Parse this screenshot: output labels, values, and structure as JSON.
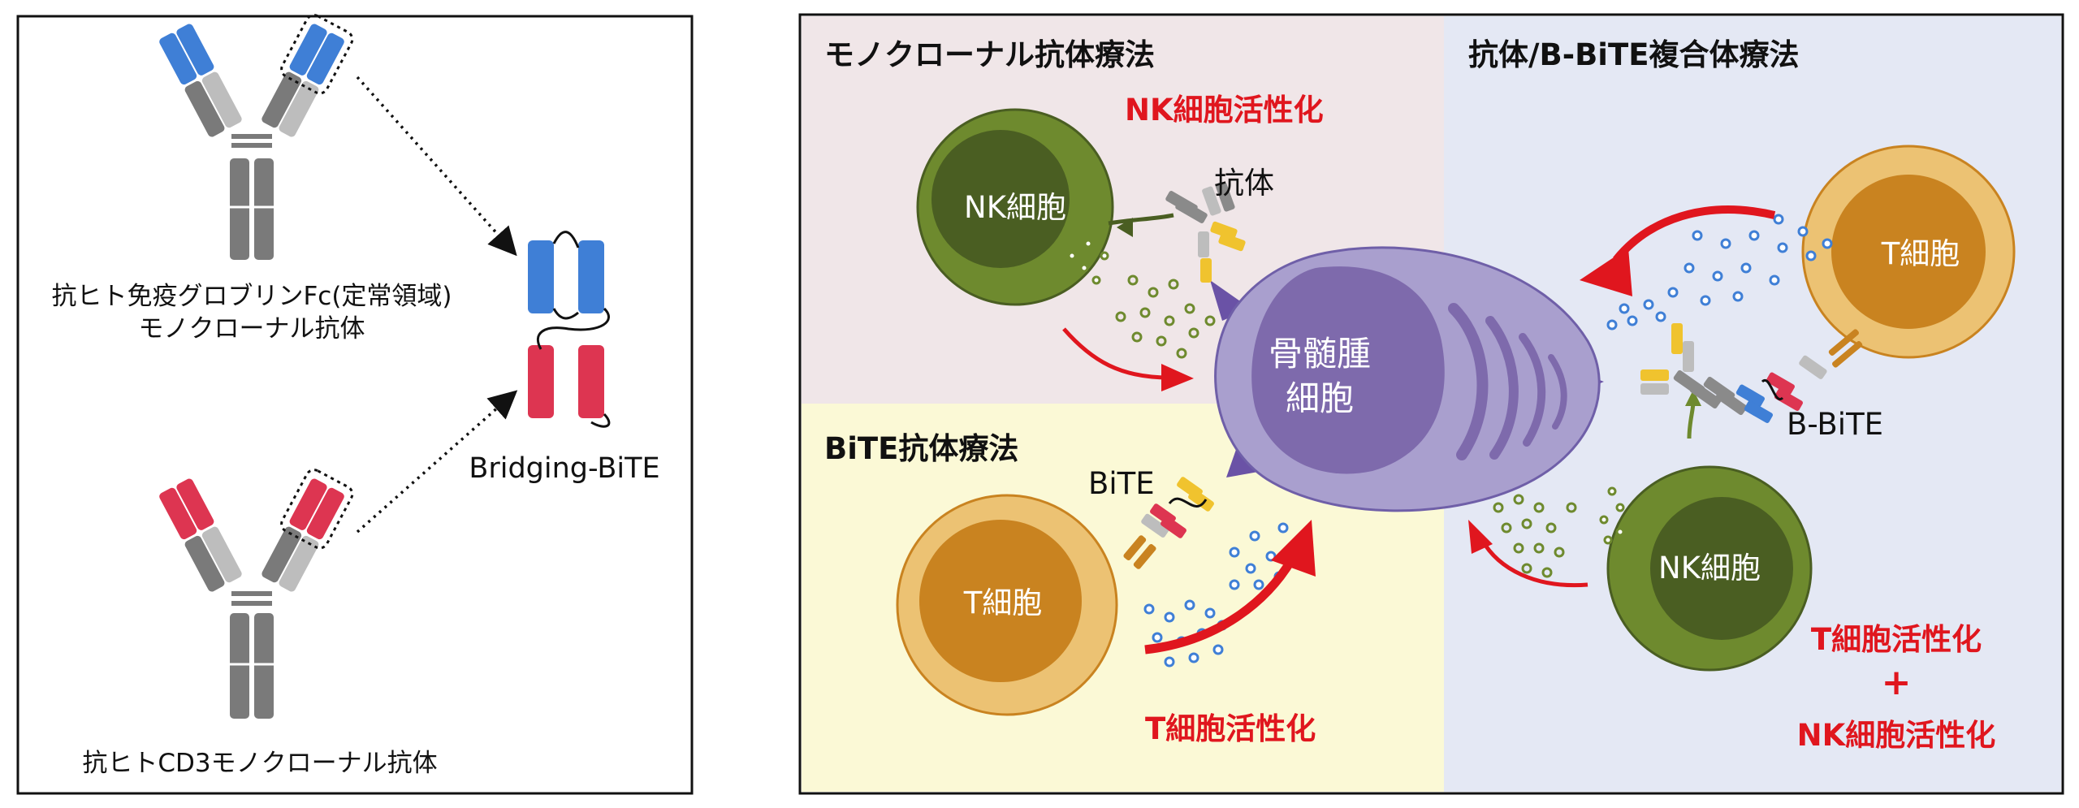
{
  "left_panel": {
    "anti_fc_label_line1": "抗ヒト免疫グロブリンFc(定常領域)",
    "anti_fc_label_line2": "モノクローナル抗体",
    "anti_cd3_label": "抗ヒトCD3モノクローナル抗体",
    "bridging_bite_label": "Bridging-BiTE"
  },
  "right_panel": {
    "quadrants": {
      "monoclonal_title": "モノクローナル抗体療法",
      "complex_title": "抗体/B-BiTE複合体療法",
      "bite_title": "BiTE抗体療法"
    },
    "tumor_label_line1": "骨髄腫",
    "tumor_label_line2": "細胞",
    "nk_cell_label": "NK細胞",
    "t_cell_label": "T細胞",
    "antibody_label": "抗体",
    "bite_label": "BiTE",
    "b_bite_label": "B-BiTE",
    "nk_activation": "NK細胞活性化",
    "t_activation": "T細胞活性化",
    "plus_sign": "+"
  },
  "colors": {
    "quad_pink": "#f0e6e8",
    "quad_blue": "#e4e8f4",
    "quad_yellow": "#fbf9d6",
    "nk_outer": "#6e8a2e",
    "nk_inner": "#4a5e22",
    "t_outer": "#ecc273",
    "t_inner": "#c98320",
    "tumor": "#a99fce",
    "tumor_nucleus": "#7e6aac",
    "activation_red": "#e0161e",
    "domain_blue": "#3f7fd6",
    "domain_red": "#dd3551"
  }
}
